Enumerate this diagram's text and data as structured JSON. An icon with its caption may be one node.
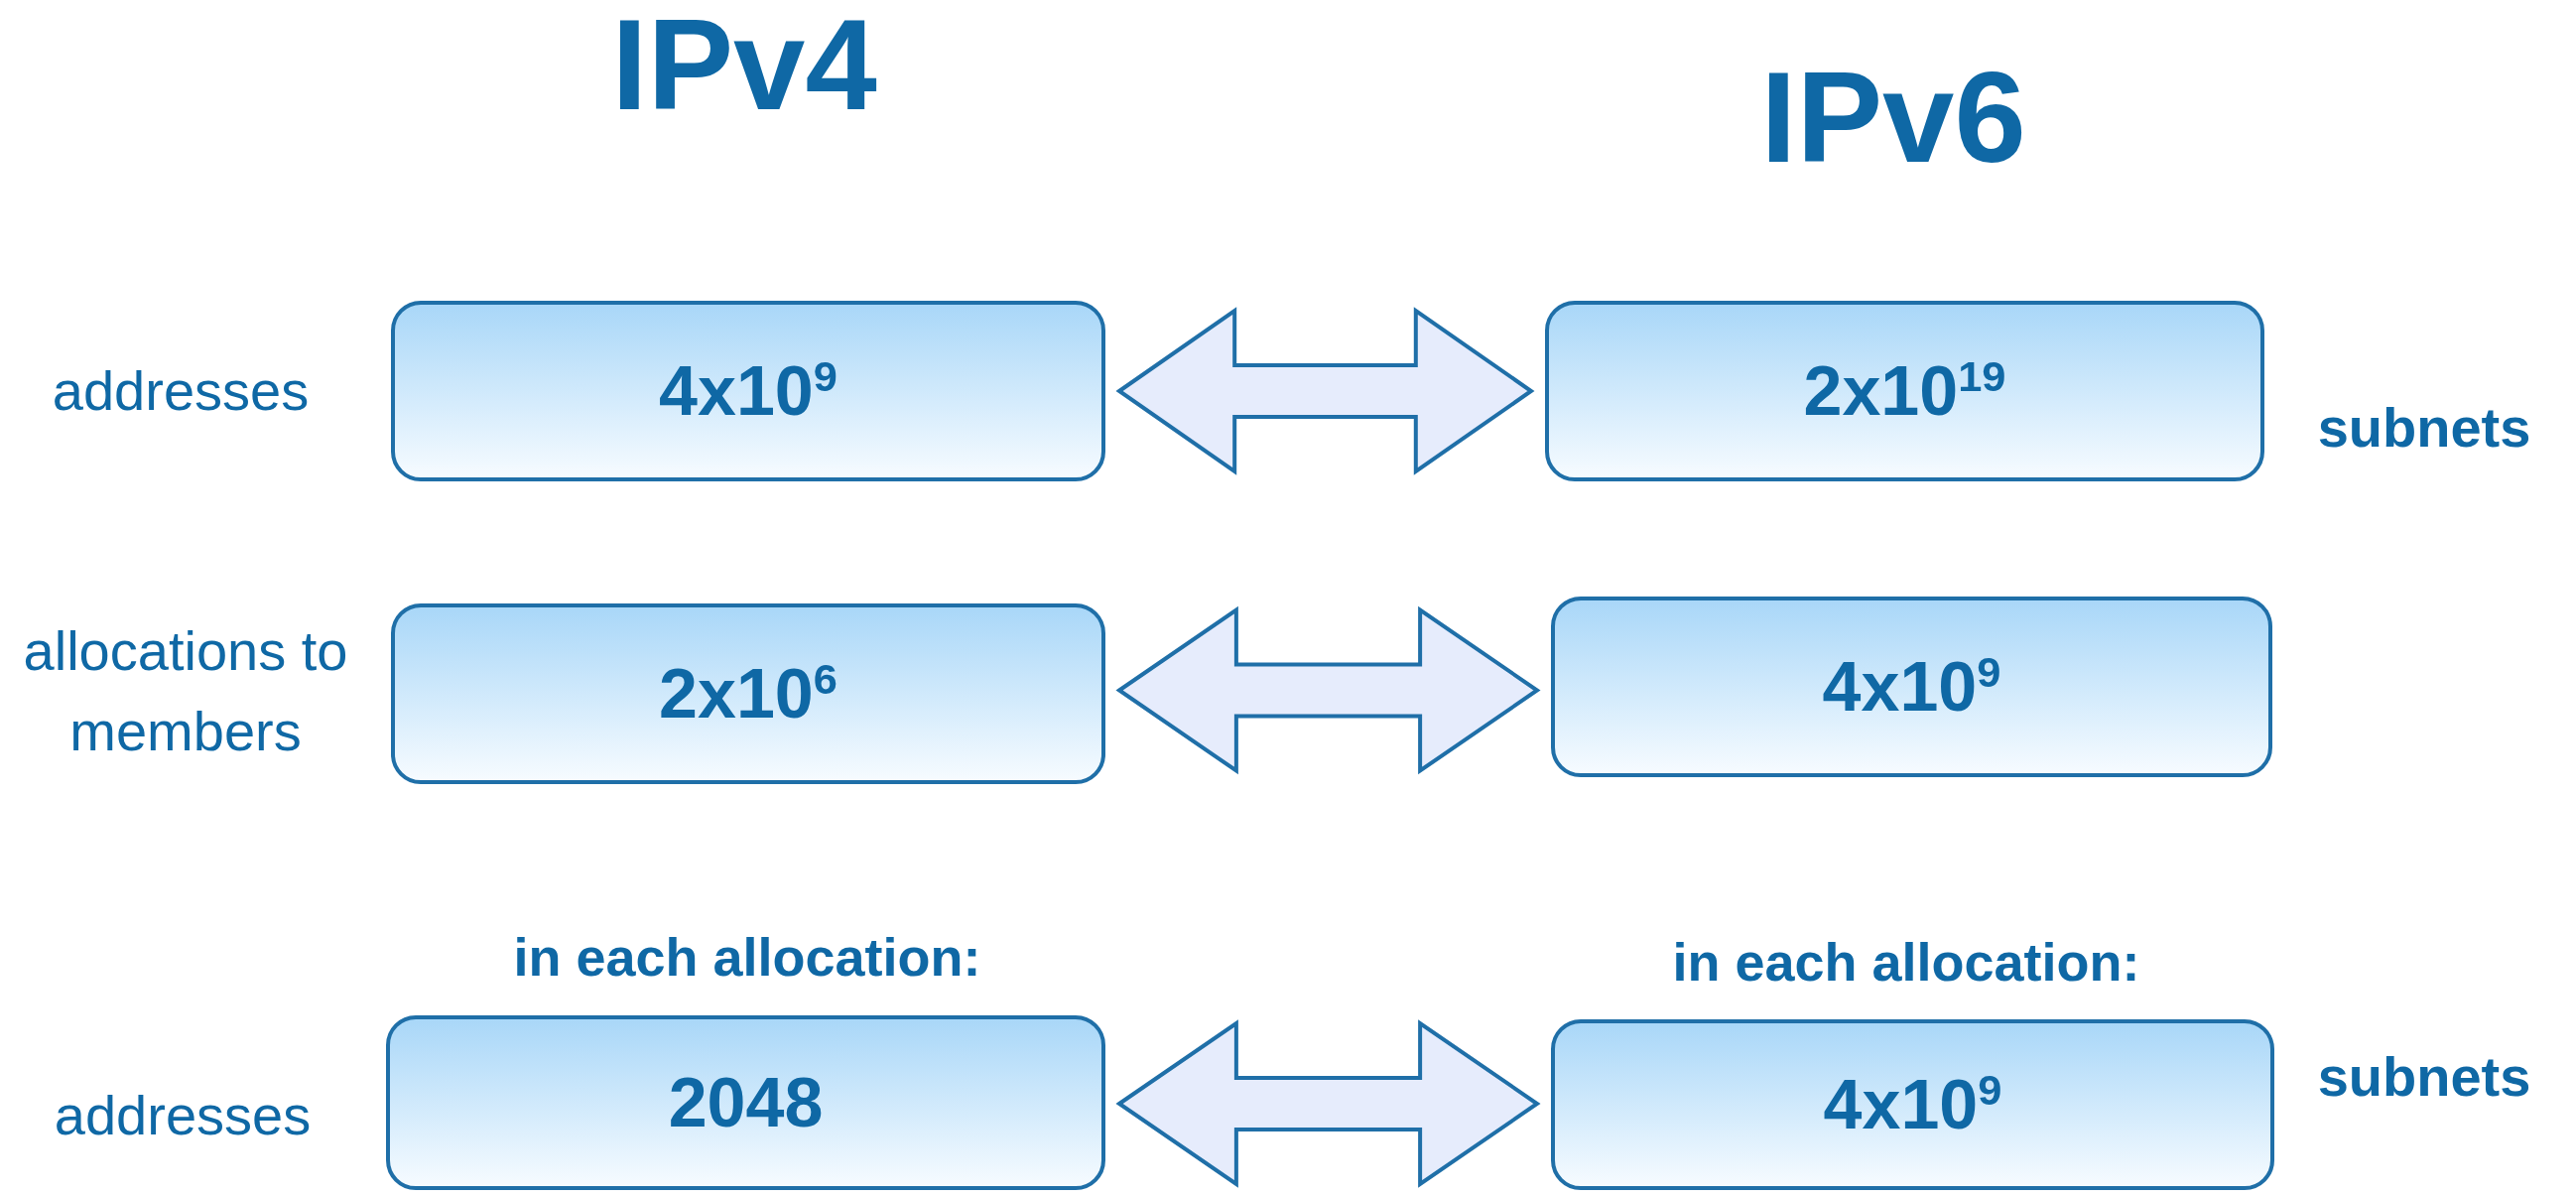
{
  "diagram": {
    "nodes": [
      {
        "text": [
          "4x10$^{9}$"
        ],
        "beside": [
          "addresses"
        ]
      },
      {
        "text": [
          "2x10$^{19}$"
        ],
        "beside": [
          "subnets"
        ]
      },
      {
        "text": [
          "2x10$^{6}$"
        ],
        "beside": [
          "allocations to members"
        ]
      },
      {
        "text": [
          "4x10$^{9}$"
        ]
      },
      {
        "text": [
          "in each allocation:",
          "2048"
        ],
        "beside": [
          "addresses"
        ]
      },
      {
        "text": [
          "in each allocation:",
          "4x10$^{9}$"
        ],
        "beside": [
          "subnets"
        ]
      }
    ],
    "edges": [
      {
        "from": 0,
        "to": 1,
        "arrow": "both"
      },
      {
        "from": 2,
        "to": 3,
        "arrow": "both"
      },
      {
        "from": 4,
        "to": 5,
        "arrow": "both"
      }
    ],
    "labels": [
      "IPv4",
      "IPv6"
    ]
  }
}
